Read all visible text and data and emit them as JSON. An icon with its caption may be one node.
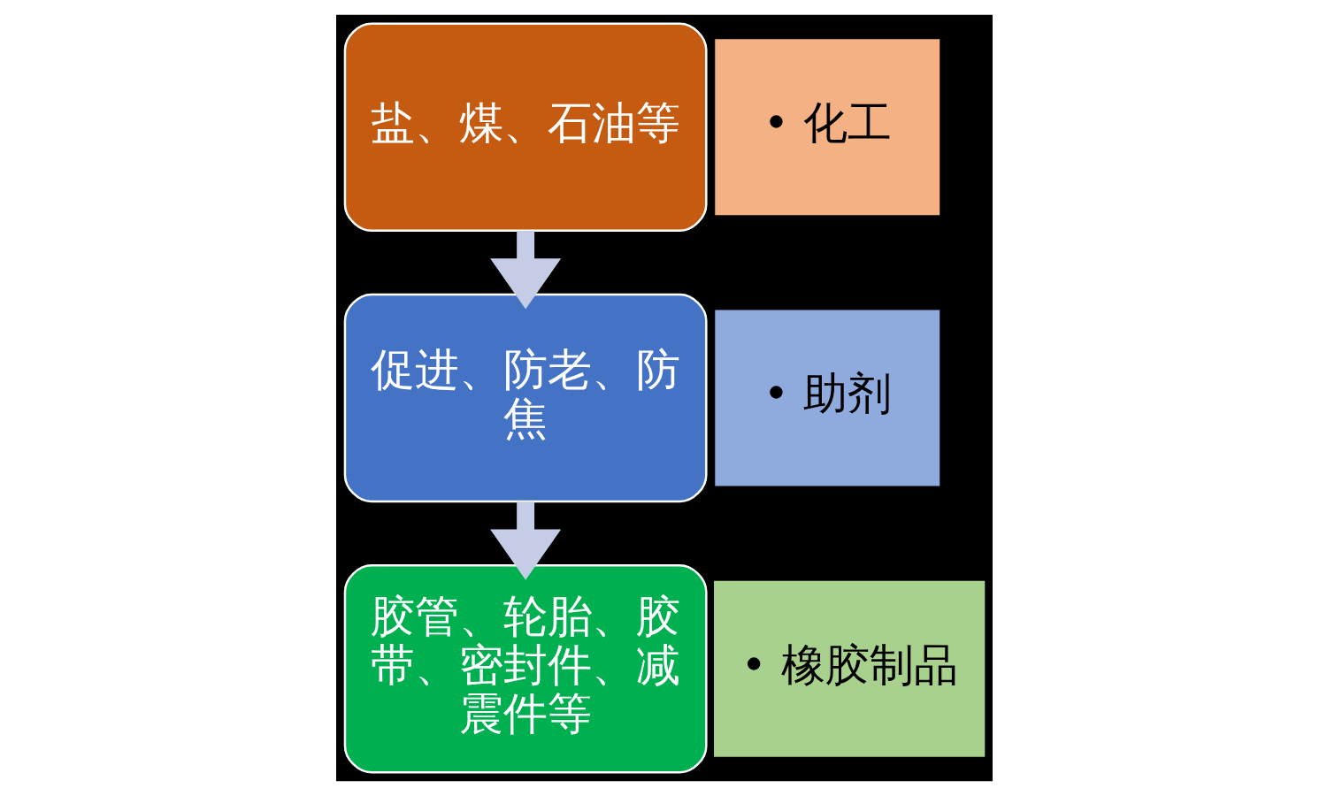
{
  "diagram": {
    "nodes": [
      {
        "text": [
          "盐、煤、石油等"
        ]
      },
      {
        "text": [
          "• 化工"
        ]
      },
      {
        "text": [
          "促进、防老、防焦"
        ]
      },
      {
        "text": [
          "• 助剂"
        ]
      },
      {
        "text": [
          "胶管、轮胎、胶带、密封件、减震件等"
        ]
      },
      {
        "text": [
          "• 橡胶制品"
        ]
      }
    ],
    "edges": [
      {
        "from": 0,
        "to": 2,
        "arrow": "to"
      },
      {
        "from": 2,
        "to": 4,
        "arrow": "to"
      }
    ]
  }
}
